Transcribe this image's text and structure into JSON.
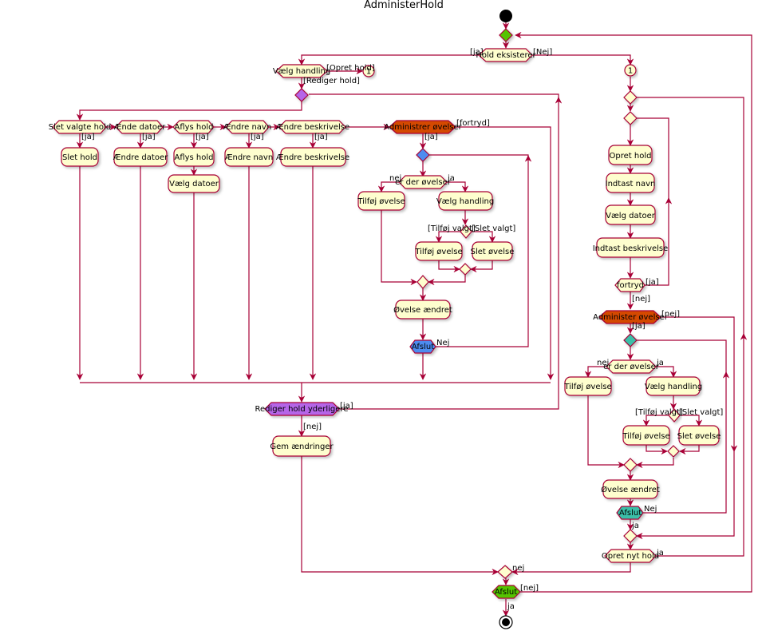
{
  "title": "AdministerHold",
  "colors": {
    "line": "#A80036",
    "activity_fill": "#FEFECE",
    "green": "#55C400",
    "purple": "#B565E8",
    "orange": "#D44A04",
    "blue": "#4D8CF0",
    "teal": "#3BBFA8"
  },
  "labels": {
    "hold_eksisterer": "Hold eksisterer",
    "ja": "[ja]",
    "nej": "[Nej]",
    "vaelg_handling": "Vælg handling",
    "opret_hold_guard": "[Opret hold]",
    "connector_1": "1",
    "rediger_hold_guard": "[Rediger hold]",
    "slet_valgte_hold": "Slet valgte hold",
    "aende_datoer": "Ænde datoer",
    "aflys_hold": "Aflys hold",
    "aendre_navn": "Ændre navn",
    "aendre_beskrivelse": "Ændre beskrivelse",
    "administrer_ovelser": "Administrer øvelser",
    "fortryd_guard": "[fortryd]",
    "g_ja_1": "[ja]",
    "g_ja_2": "[ja]",
    "g_ja_3": "[ja]",
    "g_ja_4": "[ja]",
    "g_ja_5": "[ja]",
    "g_ja_6": "[ja]",
    "slet_hold": "Slet hold",
    "aendre_datoer": "Ændre datoer",
    "aflys_hold_act": "Aflys hold",
    "aendre_navn_act": "Ændre navn",
    "aendre_beskrivelse_act": "Ændre beskrivelse",
    "vaelg_datoer": "Vælg datoer",
    "er_der_ovelser": "er der øvelser",
    "nej_small": "nej",
    "ja_small": "ja",
    "tilfoj_ovelse": "Tilføj øvelse",
    "vaelg_handling_act": "Vælg handling",
    "tilfoj_valgt": "[Tilføj valgt]",
    "slet_valgt": "[Slet valgt]",
    "tilfoj_ovelse_act": "Tilføj øvelse",
    "slet_ovelse": "Slet øvelse",
    "ovelse_aendret": "Øvelse ændret",
    "afslut": "Afslut",
    "nej_cap": "Nej",
    "rediger_hold_yderligere": "Rediger hold yderligere",
    "ja_r": "[ja]",
    "nej_r": "[nej]",
    "gem_aendringer": "Gem ændringer",
    "connector_1b": "1",
    "opret_hold": "Opret hold",
    "indtast_navn": "Indtast navn",
    "vaelg_datoer_r": "Vælg datoer",
    "indtast_beskrivelse": "Indtast beskrivelse",
    "fortryd": "fortryd",
    "ja_fortryd": "[ja]",
    "nej_fortryd": "[nej]",
    "administer_ovelser": "Administer øvelser",
    "nej_adm": "[nej]",
    "ja_adm": "[ja]",
    "er_der_ovelser_r": "er der øvelser",
    "nej_small_r": "nej",
    "ja_small_r": "ja",
    "tilfoj_ovelse_r": "Tilføj øvelse",
    "vaelg_handling_r": "Vælg handling",
    "tilfoj_valgt_r": "[Tilføj valgt]",
    "slet_valgt_r": "[Slet valgt]",
    "tilfoj_ovelse_r2": "Tilføj øvelse",
    "slet_ovelse_r": "Slet øvelse",
    "ovelse_aendret_r": "Øvelse ændret",
    "afslut_r": "Afslut",
    "nej_cap_r": "Nej",
    "ja_afslut_r": "ja",
    "opret_nyt_hold": "Opret nyt hold",
    "ja_opret": "ja",
    "nej_merge": "nej",
    "afslut_main": "Afslut",
    "nej_main": "[nej]",
    "ja_main": "ja"
  }
}
